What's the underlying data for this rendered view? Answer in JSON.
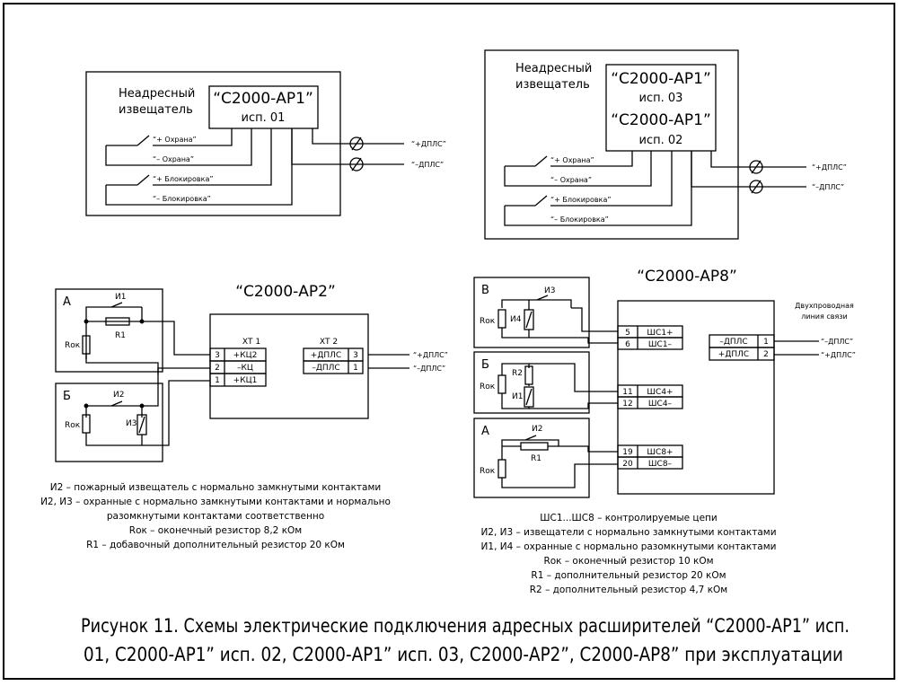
{
  "scheme1": {
    "detector": [
      "Неадресный",
      "извещатель"
    ],
    "device_name": "“С2000-АР1”",
    "device_variant": "исп. 01",
    "sig_guard_plus": "“+ Охрана”",
    "sig_guard_minus": "“– Охрана”",
    "sig_block_plus": "“+ Блокировка”",
    "sig_block_minus": "“– Блокировка”",
    "line_plus": "“+ДПЛС”",
    "line_minus": "“–ДПЛС”"
  },
  "scheme2": {
    "detector": [
      "Неадресный",
      "извещатель"
    ],
    "device_name_a": "“С2000-АР1”",
    "device_variant_a": "исп. 03",
    "device_name_b": "“С2000-АР1”",
    "device_variant_b": "исп. 02",
    "sig_guard_plus": "“+ Охрана”",
    "sig_guard_minus": "“– Охрана”",
    "sig_block_plus": "“+ Блокировка”",
    "sig_block_minus": "“– Блокировка”",
    "line_plus": "“+ДПЛС”",
    "line_minus": "“–ДПЛС”"
  },
  "scheme3": {
    "title": "“С2000-АР2”",
    "loop_a": "А",
    "loop_b": "Б",
    "i1": "И1",
    "r1": "R1",
    "rok_a": "Rок",
    "i2": "И2",
    "i3": "И3",
    "rok_b": "Rок",
    "xt1": "ХТ 1",
    "xt1_rows": [
      {
        "num": "3",
        "label": "+КЦ2"
      },
      {
        "num": "2",
        "label": "–КЦ"
      },
      {
        "num": "1",
        "label": "+КЦ1"
      }
    ],
    "xt2": "ХТ 2",
    "xt2_rows": [
      {
        "label": "+ДПЛС",
        "num": "3"
      },
      {
        "label": "–ДПЛС",
        "num": "1"
      }
    ],
    "line_plus": "“+ДПЛС”",
    "line_minus": "“–ДПЛС”",
    "notes": [
      "И2 – пожарный извещатель с нормально замкнутыми контактами",
      "И2, И3 – охранные с нормально замкнутыми контактами и нормально",
      "разомкнутыми контактами соответственно",
      "Rок – оконечный резистор 8,2 кОм",
      "R1 – добавочный дополнительный резистор 20 кОм"
    ]
  },
  "scheme4": {
    "title": "“С2000-АР8”",
    "loop_v": "В",
    "loop_b": "Б",
    "loop_a": "А",
    "i3": "И3",
    "i4": "И4",
    "rok_v": "Rок",
    "r2": "R2",
    "i1": "И1",
    "rok_b": "Rок",
    "i2": "И2",
    "r1": "R1",
    "rok_a": "Rок",
    "rows": [
      {
        "num": "5",
        "label": "ШС1+"
      },
      {
        "num": "6",
        "label": "ШС1–"
      },
      {
        "num": "11",
        "label": "ШС4+"
      },
      {
        "num": "12",
        "label": "ШС4–"
      },
      {
        "num": "19",
        "label": "ШС8+"
      },
      {
        "num": "20",
        "label": "ШС8–"
      }
    ],
    "line_label": [
      "Двухпроводная",
      "линия связи"
    ],
    "line_rows": [
      {
        "label": "–ДПЛС",
        "num": "1"
      },
      {
        "label": "+ДПЛС",
        "num": "2"
      }
    ],
    "line_minus": "“–ДПЛС”",
    "line_plus": "“+ДПЛС”",
    "notes": [
      "ШС1...ШС8 – контролируемые цепи",
      "И2, И3 – извещатели с нормально замкнутыми контактами",
      "И1, И4 – охранные с нормально разомкнутыми контактами",
      "Rок – оконечный резистор 10 кОм",
      "R1 – дополнительный резистор 20 кОм",
      "R2 – дополнительный резистор 4,7 кОм"
    ]
  },
  "caption": [
    "Рисунок 11. Схемы электрические подключения адресных расширителей “С2000-АР1” исп.",
    "01, С2000-АР1” исп. 02, С2000-АР1” исп. 03, С2000-АР2”, С2000-АР8” при эксплуатации"
  ]
}
